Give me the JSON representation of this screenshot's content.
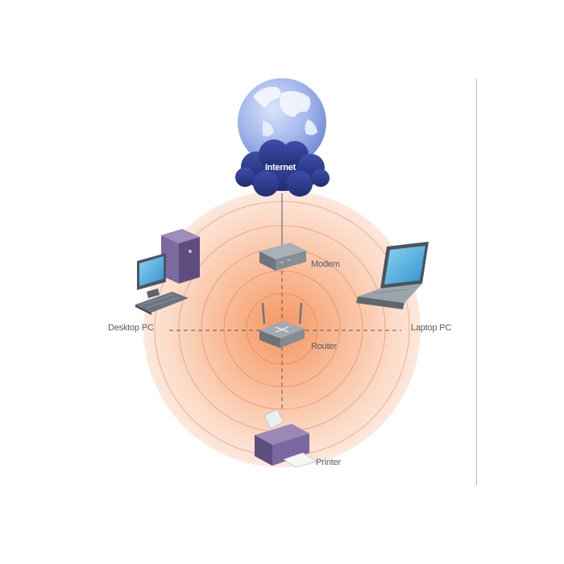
{
  "nodes": {
    "internet": "Internet",
    "modem": "Modem",
    "router": "Router",
    "desktop": "Desktop PC",
    "laptop": "Laptop PC",
    "printer": "Printer"
  },
  "colors": {
    "signal_center": "#f7a474",
    "signal_edge": "#fbe3d4",
    "ring_stroke": "#c8714a",
    "cloud": "#2e3a8a",
    "device_gray": "#6f767d",
    "device_purple": "#6e5a8e",
    "screen_blue": "#4fb2e3",
    "link_line": "#4d5a6a"
  },
  "icons": [
    "globe-icon",
    "cloud-icon",
    "modem-icon",
    "router-icon",
    "desktop-pc-icon",
    "laptop-icon",
    "printer-icon"
  ]
}
